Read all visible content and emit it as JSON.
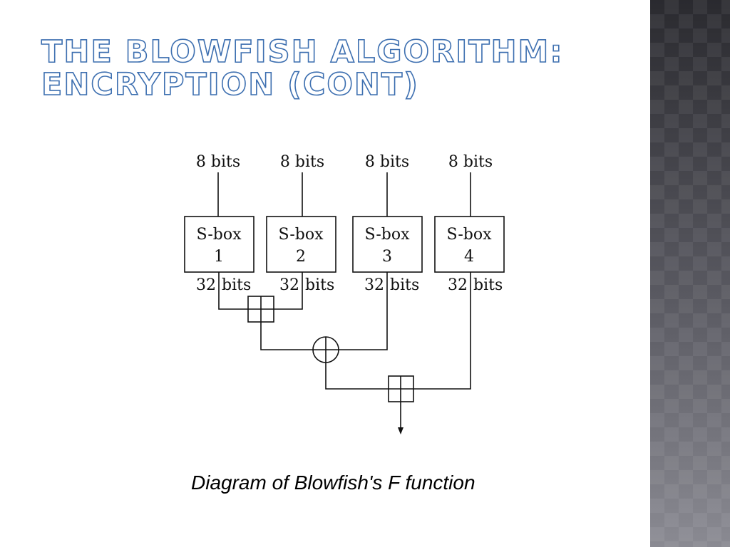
{
  "slide": {
    "title_line1": "The Blowfish Algorithm:",
    "title_line2": "Encryption (cont)",
    "caption": "Diagram of Blowfish's F function"
  },
  "diagram": {
    "inputs": [
      "8 bits",
      "8 bits",
      "8 bits",
      "8 bits"
    ],
    "sboxes": [
      {
        "name": "S-box",
        "number": "1",
        "out_value": "32",
        "out_unit": "bits"
      },
      {
        "name": "S-box",
        "number": "2",
        "out_value": "32",
        "out_unit": "bits"
      },
      {
        "name": "S-box",
        "number": "3",
        "out_value": "32",
        "out_unit": "bits"
      },
      {
        "name": "S-box",
        "number": "4",
        "out_value": "32",
        "out_unit": "bits"
      }
    ],
    "operators": [
      "addition-mod-2^32",
      "xor",
      "addition-mod-2^32"
    ]
  },
  "colors": {
    "title_outline": "#3d6fb0",
    "side_panel": "#3a3a40"
  }
}
